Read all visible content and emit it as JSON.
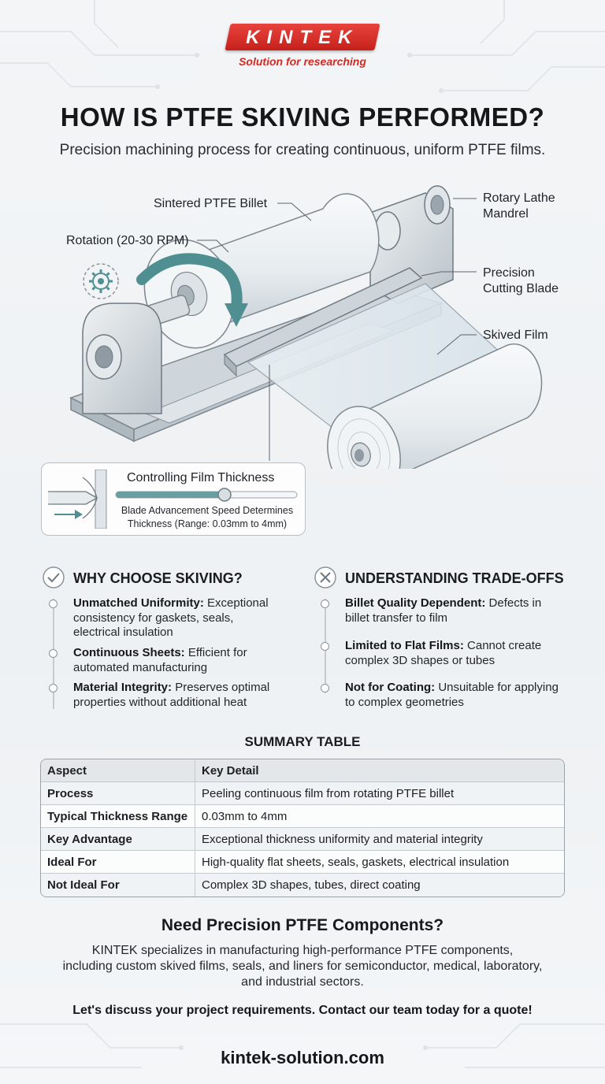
{
  "brand": {
    "logo": "KINTEK",
    "tagline": "Solution for researching"
  },
  "header": {
    "title": "HOW IS PTFE SKIVING PERFORMED?",
    "subtitle": "Precision machining process for creating continuous, uniform PTFE films."
  },
  "diagram": {
    "labels": {
      "billet": "Sintered PTFE Billet",
      "rotation": "Rotation (20-30 RPM)",
      "mandrel_line1": "Rotary Lathe",
      "mandrel_line2": "Mandrel",
      "blade_line1": "Precision",
      "blade_line2": "Cutting Blade",
      "film": "Skived Film"
    },
    "icons": [
      "gear-icon",
      "arrow-right-icon"
    ],
    "thickness": {
      "title": "Controlling Film Thickness",
      "desc_line1": "Blade Advancement Speed Determines",
      "desc_line2": "Thickness (Range: 0.03mm to 4mm)",
      "slider_fraction": 0.6
    },
    "colors": {
      "arrow": "#4f8f92",
      "film": "#dfeaf0"
    }
  },
  "why": {
    "heading": "WHY CHOOSE SKIVING?",
    "items": [
      {
        "term": "Unmatched Uniformity:",
        "lines": [
          "Exceptional",
          "consistency for gaskets, seals,",
          "electrical insulation"
        ]
      },
      {
        "term": "Continuous Sheets:",
        "lines": [
          "Efficient for",
          "automated manufacturing"
        ]
      },
      {
        "term": "Material Integrity:",
        "lines": [
          "Preserves optimal",
          "properties without additional heat"
        ]
      }
    ]
  },
  "tradeoffs": {
    "heading": "UNDERSTANDING TRADE-OFFS",
    "items": [
      {
        "term": "Billet Quality Dependent:",
        "lines": [
          "Defects in",
          "billet transfer to film"
        ]
      },
      {
        "term": "Limited to Flat Films:",
        "lines": [
          "Cannot create",
          "complex 3D shapes or tubes"
        ]
      },
      {
        "term": "Not for Coating:",
        "lines": [
          "Unsuitable for applying",
          "to complex geometries"
        ]
      }
    ]
  },
  "table": {
    "title": "SUMMARY TABLE",
    "headers": [
      "Aspect",
      "Key Detail"
    ],
    "rows": [
      [
        "Process",
        "Peeling continuous film from rotating PTFE billet"
      ],
      [
        "Typical Thickness Range",
        "0.03mm to 4mm"
      ],
      [
        "Key Advantage",
        "Exceptional thickness uniformity and material integrity"
      ],
      [
        "Ideal For",
        "High-quality flat sheets, seals, gaskets, electrical insulation"
      ],
      [
        "Not Ideal For",
        "Complex 3D shapes, tubes, direct coating"
      ]
    ]
  },
  "cta": {
    "title": "Need Precision PTFE Components?",
    "body_line1": "KINTEK specializes in manufacturing high-performance PTFE components,",
    "body_line2": "including custom skived films, seals, and liners for semiconductor, medical, laboratory,",
    "body_line3": "and industrial sectors.",
    "action": "Let's discuss your project requirements. Contact our team today for a quote!"
  },
  "footer": {
    "url": "kintek-solution.com"
  }
}
